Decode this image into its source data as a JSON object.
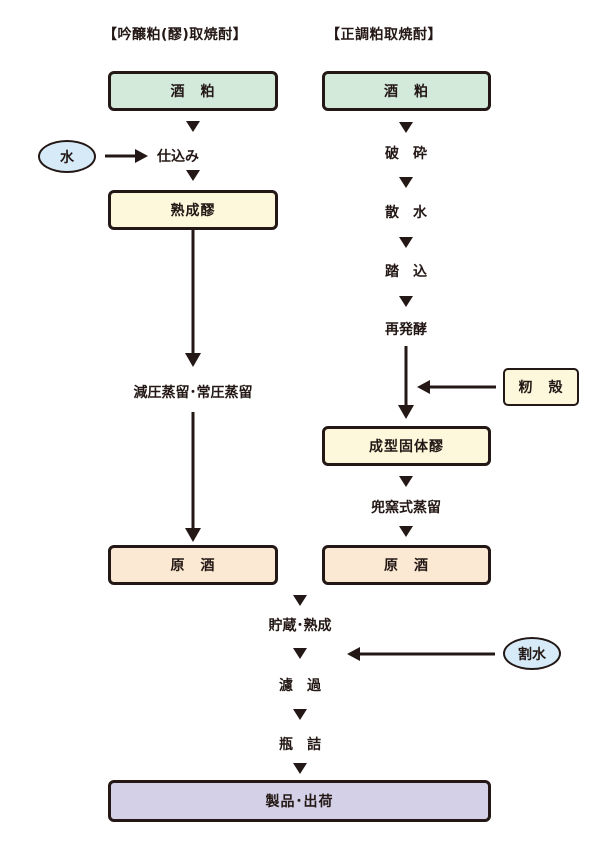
{
  "left_column": {
    "title": "【吟醸粕(醪)取焼酎】",
    "sake_lees": "酒　粕",
    "preparation": "仕込み",
    "water_input": "水",
    "mature_mash": "熟成醪",
    "distillation": "減圧蒸留･常圧蒸留",
    "raw_spirit": "原　酒"
  },
  "right_column": {
    "title": "【正調粕取焼酎】",
    "sake_lees": "酒　粕",
    "crushing": "破　砕",
    "water_spray": "散　水",
    "treading": "踏　込",
    "refermentation": "再発酵",
    "rice_husk_input": "籾　殻",
    "solid_mash": "成型固体醪",
    "pot_still_distillation": "兜窯式蒸留",
    "raw_spirit": "原　酒"
  },
  "common": {
    "storage_aging": "貯蔵･熟成",
    "dilution_water_input": "割水",
    "filtration": "濾　過",
    "bottling": "瓶　詰",
    "product_shipping": "製品･出荷"
  },
  "colors": {
    "lees_box": "#d3eadb",
    "mash_box": "#fdf8dc",
    "raw_spirit_box": "#fce9d3",
    "product_box": "#d3d0e7",
    "water_ellipse": "#d6eaf8",
    "line": "#231815"
  }
}
